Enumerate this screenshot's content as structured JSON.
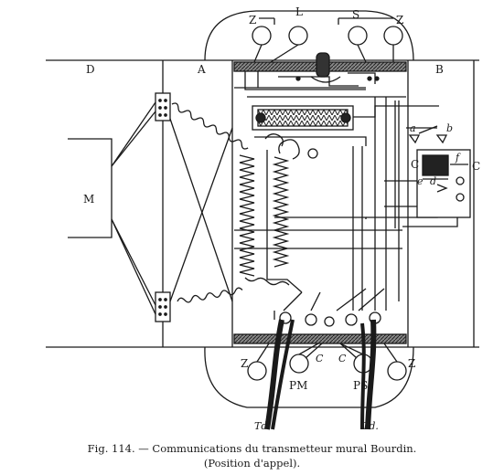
{
  "colors": {
    "ink": "#1a1a1a",
    "paper": "#ffffff",
    "hatch": "#555555"
  },
  "labels": {
    "top_terminal_z_left": "Z",
    "top_terminal_l": "L",
    "top_terminal_s": "S",
    "top_terminal_z_right": "Z",
    "wall_a": "A",
    "wall_b": "B",
    "wall_d": "D",
    "motor_m": "M",
    "contact_a": "a",
    "contact_b": "b",
    "box_c_left": "C",
    "box_c_right": "C",
    "contact_d": "d",
    "contact_e": "e",
    "contact_f": "f",
    "bottom_z_left": "Z",
    "bottom_pm": "PM",
    "bottom_c_left": "C",
    "bottom_c_right": "C",
    "bottom_ps": "PS",
    "bottom_z_right": "Z",
    "cord_left": "Td.",
    "cord_right": "Td."
  },
  "caption": {
    "line1": "Fig. 114. — Communications du transmetteur mural Bourdin.",
    "line2": "(Position d'appel)."
  }
}
